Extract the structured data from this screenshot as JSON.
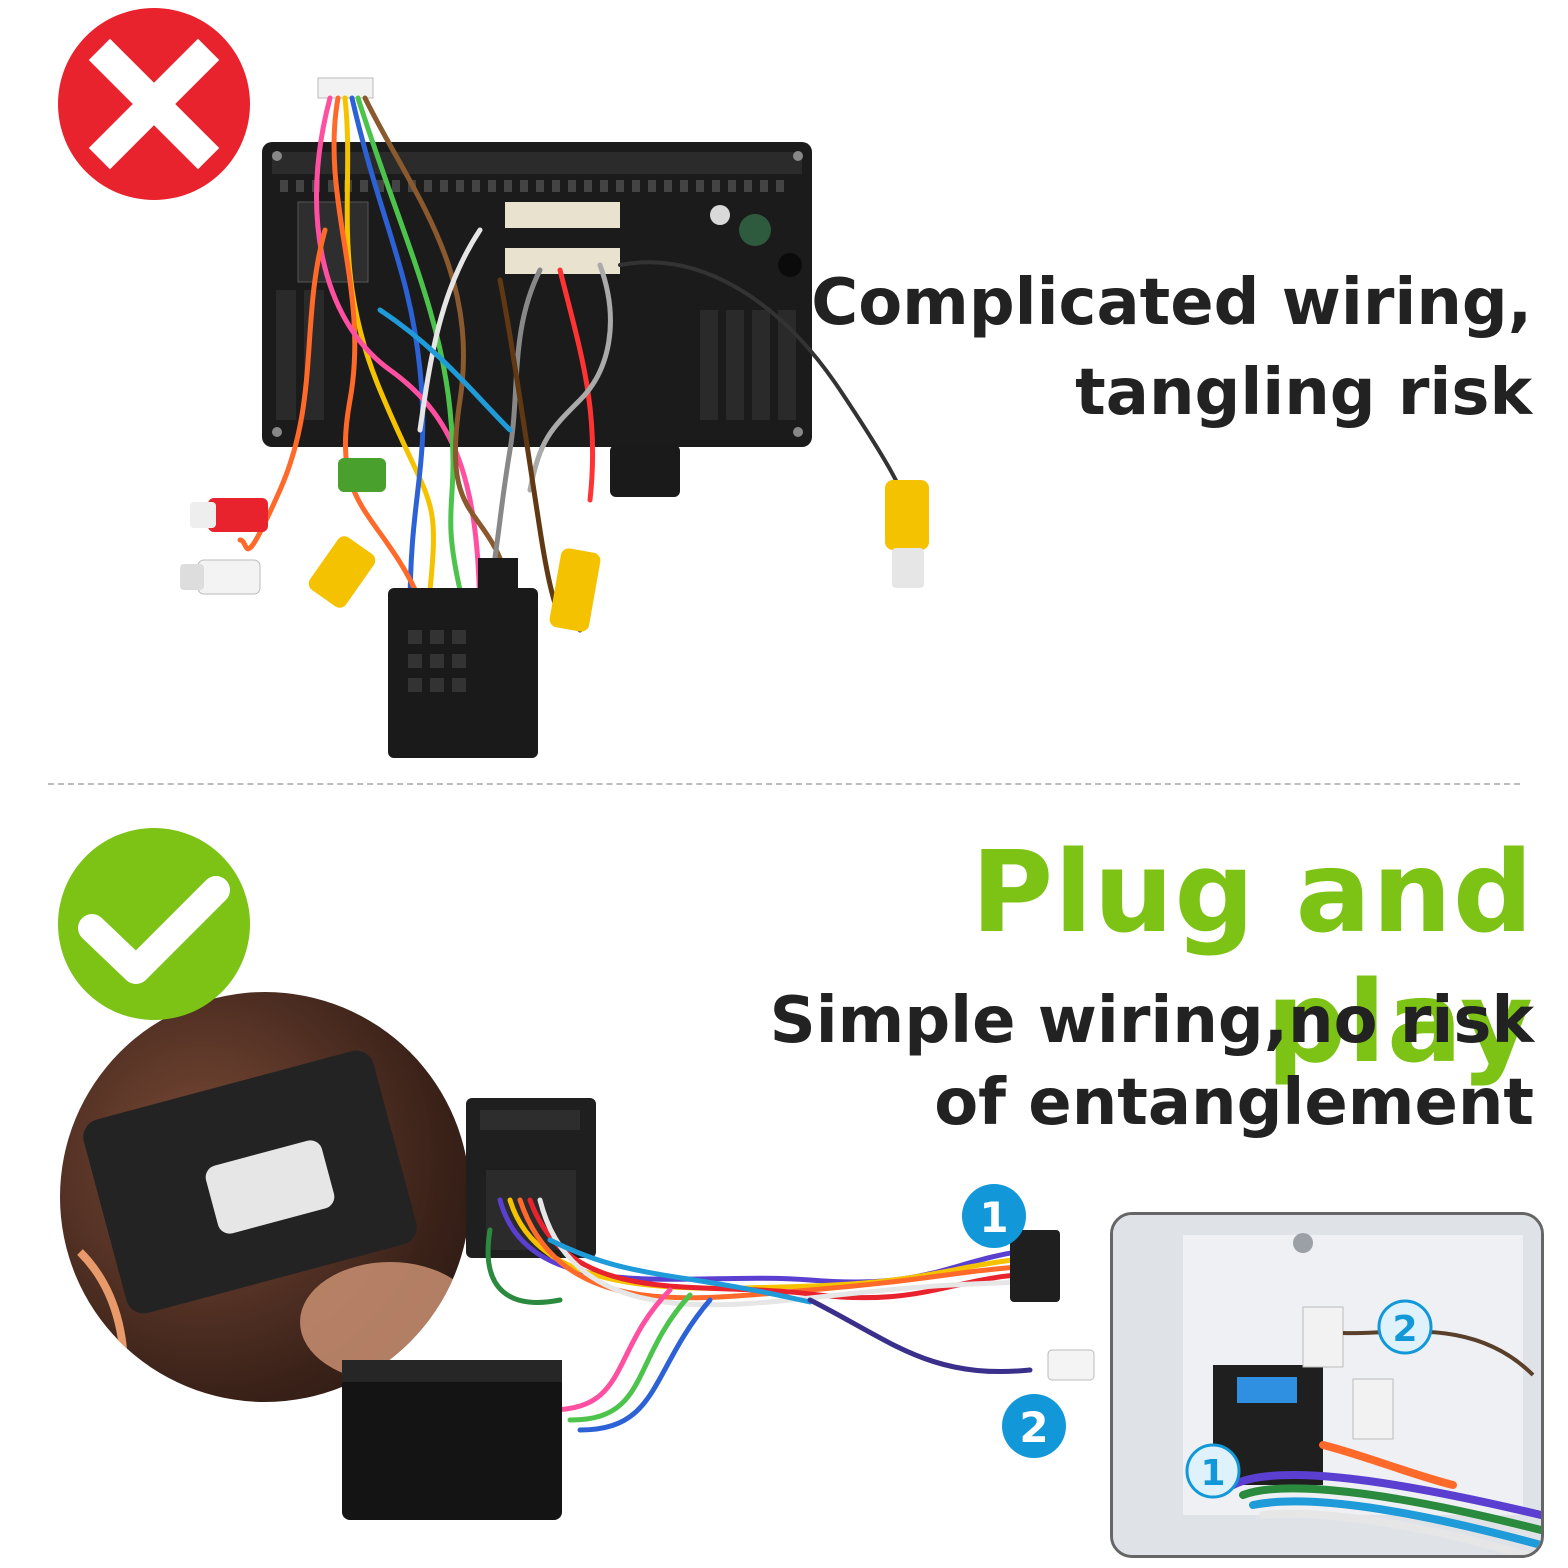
{
  "top": {
    "heading_line1": "Complicated wiring,",
    "heading_line2": "tangling risk",
    "mark_icon": "cross-icon",
    "mark_color": "#e8232e"
  },
  "bottom": {
    "title": "Plug and play",
    "sub_line1": "Simple wiring,no risk",
    "sub_line2": "of entanglement",
    "mark_icon": "check-icon",
    "mark_color": "#7cc316",
    "callout_1": "1",
    "callout_2": "2",
    "inset_callout_1": "1",
    "inset_callout_2": "2"
  }
}
